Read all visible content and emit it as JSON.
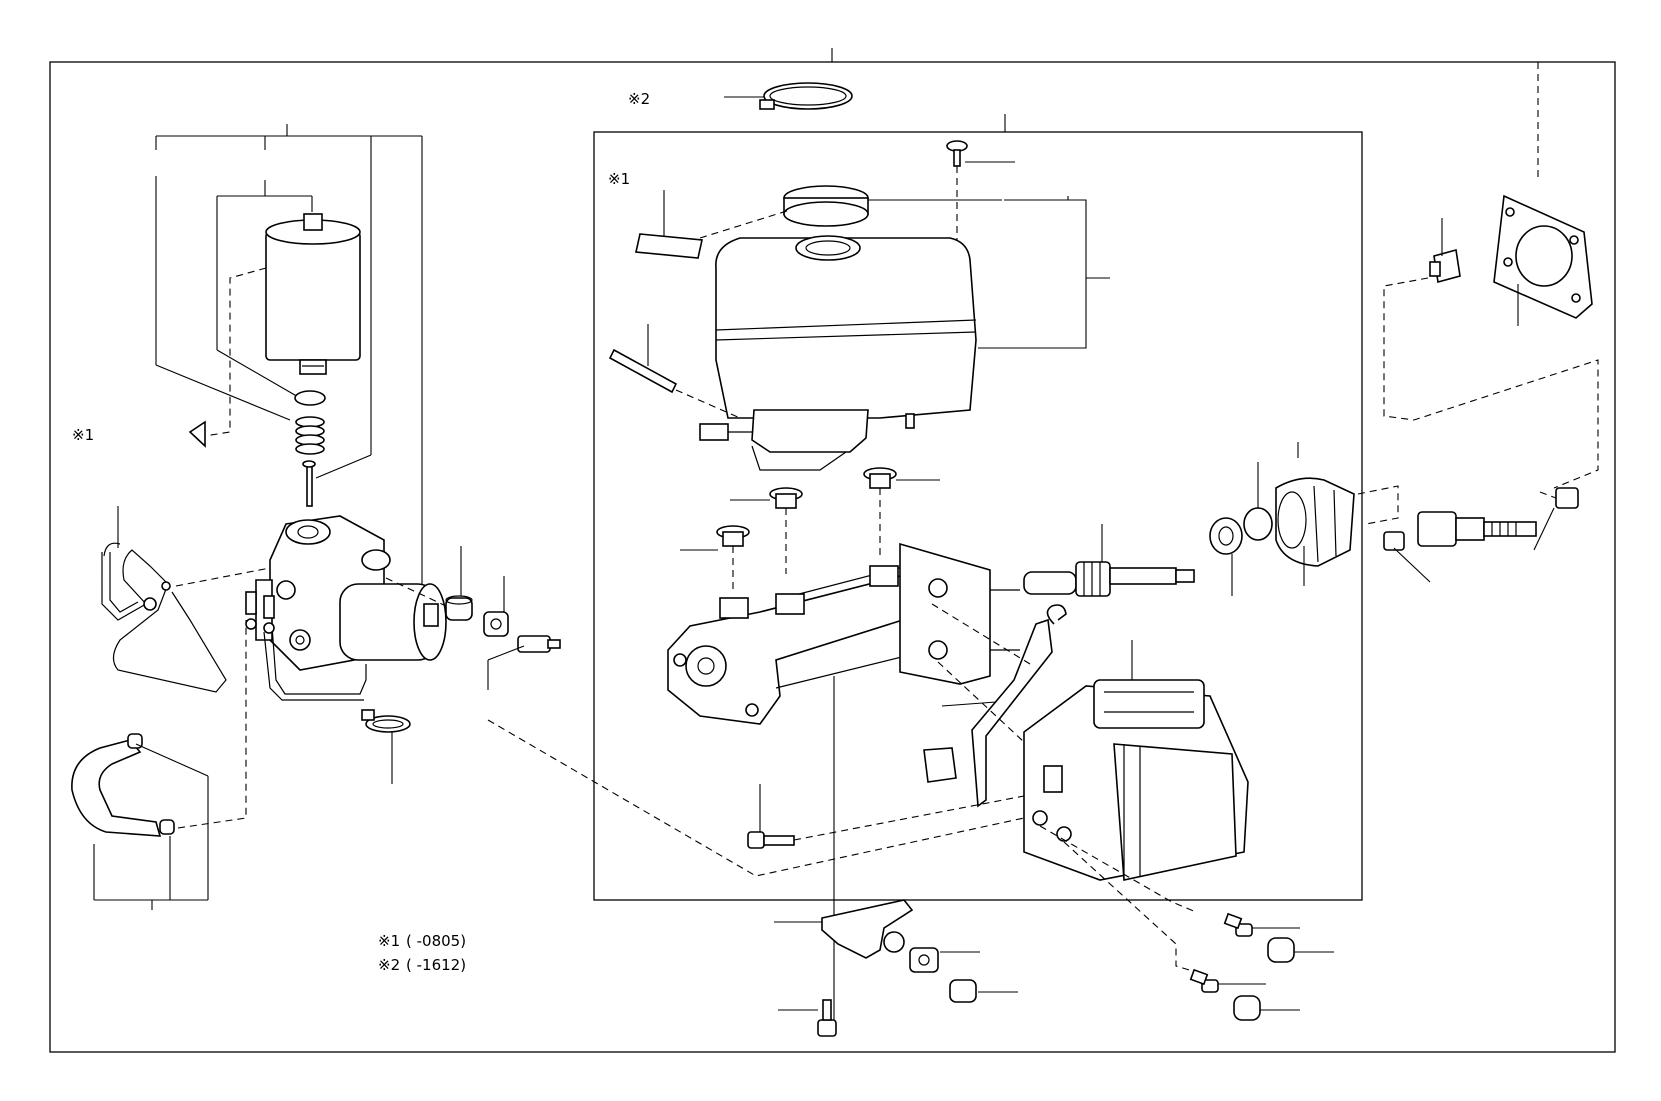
{
  "diagram": {
    "notes": [
      {
        "mark": "※1",
        "text": "(      -0805)"
      },
      {
        "mark": "※2",
        "text": "(      -1612)"
      }
    ],
    "callouts": {
      "mark_1_reservoir": "※1",
      "mark_1_left": "※1",
      "mark_2_top": "※2"
    }
  }
}
